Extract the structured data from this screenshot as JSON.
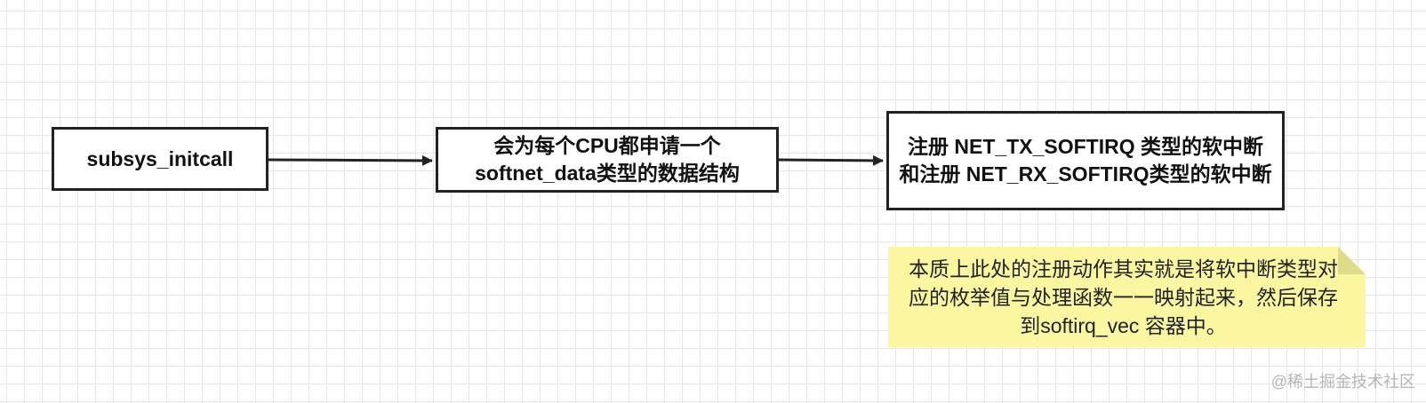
{
  "diagram": {
    "nodes": [
      {
        "id": "node-1",
        "text": "subsys_initcall"
      },
      {
        "id": "node-2",
        "text": "会为每个CPU都申请一个softnet_data类型的数据结构"
      },
      {
        "id": "node-3",
        "text": "注册 NET_TX_SOFTIRQ 类型的软中断 和注册 NET_RX_SOFTIRQ类型的软中断"
      }
    ],
    "edges": [
      {
        "from": "node-1",
        "to": "node-2"
      },
      {
        "from": "node-2",
        "to": "node-3"
      }
    ],
    "note": {
      "text": "本质上此处的注册动作其实就是将软中断类型对应的枚举值与处理函数一一映射起来，然后保存到softirq_vec 容器中。",
      "fill_color": "#fbf7a0",
      "fold_color": "#dedb8c"
    }
  },
  "watermark": "@稀土掘金技术社区",
  "colors": {
    "stroke": "#222222",
    "grid": "#e6e6e6",
    "background": "#ffffff"
  }
}
